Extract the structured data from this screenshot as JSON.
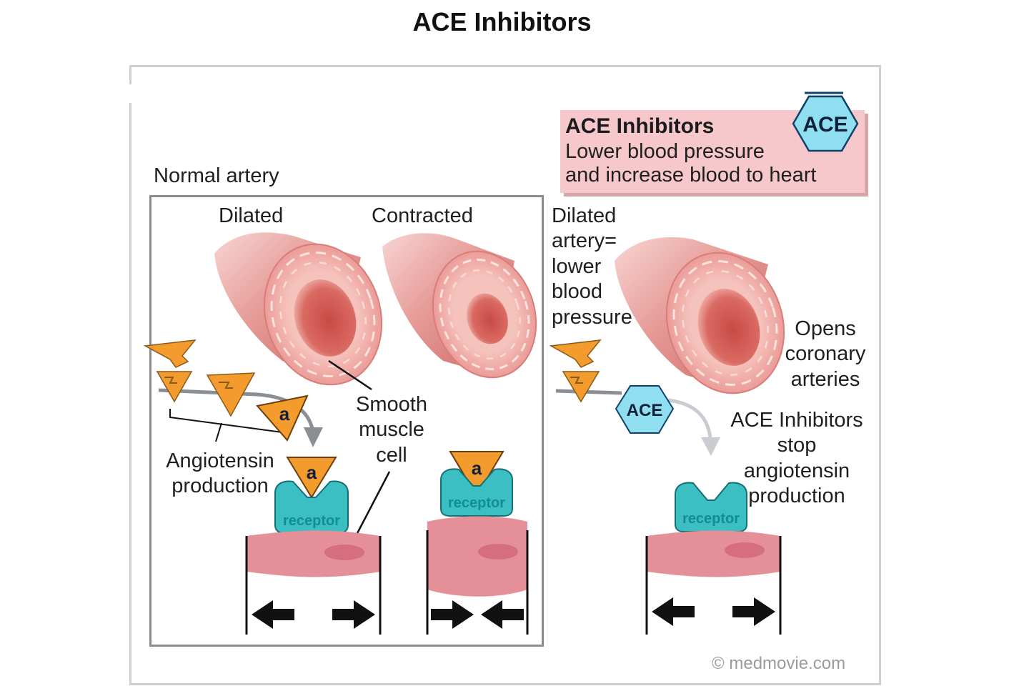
{
  "title": "ACE Inhibitors",
  "normal_panel": {
    "label": "Normal artery",
    "dilated_label": "Dilated",
    "contracted_label": "Contracted",
    "smooth_muscle_label": [
      "Smooth",
      "muscle",
      "cell"
    ],
    "angiotensin_label": [
      "Angiotensin",
      "production"
    ],
    "triangle_letter": "a",
    "receptor_label": "receptor"
  },
  "inhibitor_panel": {
    "info_box": {
      "title": "ACE Inhibitors",
      "line1": "Lower blood pressure",
      "line2": "and increase blood to heart"
    },
    "hexagon_label": "ACE",
    "dilated_note": [
      "Dilated",
      "artery=",
      "lower",
      "blood",
      "pressure"
    ],
    "opens_note": [
      "Opens",
      "coronary",
      "arteries"
    ],
    "stop_note": [
      "ACE Inhibitors",
      "stop",
      "angiotensin",
      "production"
    ],
    "receptor_label": "receptor"
  },
  "credit": "© medmovie.com",
  "colors": {
    "triangle": "#f39b2c",
    "receptor": "#3bbfc2",
    "hexagon": "#8fdff0",
    "muscle": "#e58f98",
    "info_box": "#f6c8cc"
  }
}
